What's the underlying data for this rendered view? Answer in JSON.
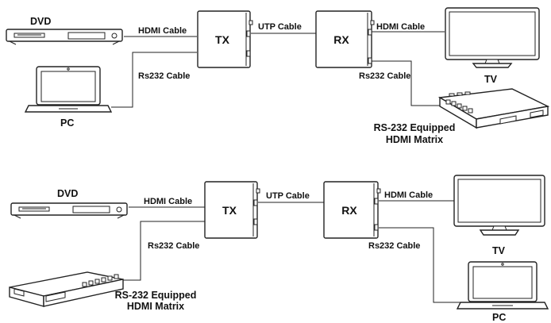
{
  "top": {
    "dvd": "DVD",
    "pc": "PC",
    "tx": "TX",
    "rx": "RX",
    "tv": "TV",
    "hdmi_in": "HDMI Cable",
    "utp": "UTP Cable",
    "hdmi_out": "HDMI Cable",
    "rs232_left": "Rs232 Cable",
    "rs232_right": "Rs232 Cable",
    "matrix_line1": "RS-232 Equipped",
    "matrix_line2": "HDMI Matrix"
  },
  "bottom": {
    "dvd": "DVD",
    "tx": "TX",
    "rx": "RX",
    "tv": "TV",
    "pc": "PC",
    "hdmi_in": "HDMI Cable",
    "utp": "UTP Cable",
    "hdmi_out": "HDMI Cable",
    "rs232_left": "Rs232 Cable",
    "rs232_right": "Rs232 Cable",
    "matrix_line1": "RS-232 Equipped",
    "matrix_line2": "HDMI Matrix"
  },
  "icons": [
    "dvd-player-icon",
    "laptop-icon",
    "tv-icon",
    "hdmi-matrix-icon"
  ]
}
